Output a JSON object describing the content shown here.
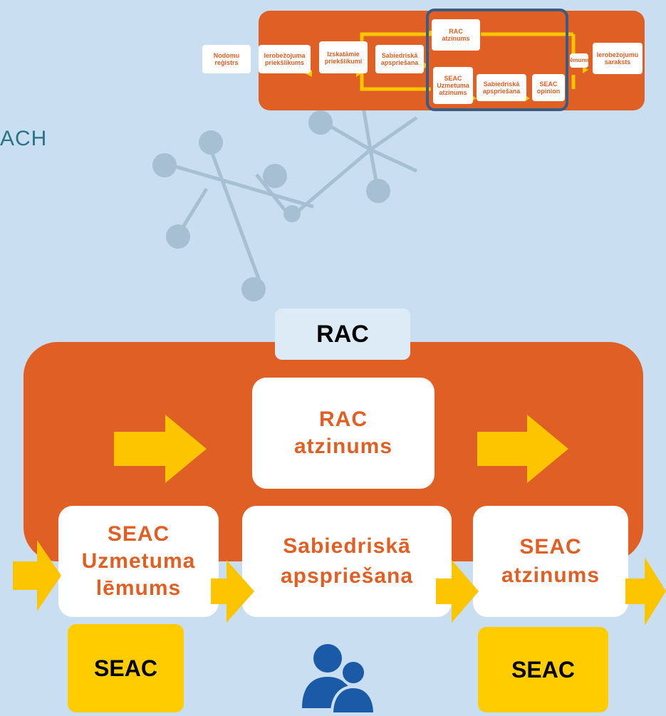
{
  "mini_flow": {
    "nodomu": "Nodomu\nreģistrs",
    "ierobezojuma": "Ierobežojuma\npriekšlikums",
    "izskatamie": "Izskatāmie\npriekšlikumi",
    "sabiedriska1": "Sabiedriskā\napspriešana",
    "rac": "RAC\natzinums",
    "seac_uzmetuma": "SEAC\nUzmetuma\natzinums",
    "sabiedriska2": "Sabiedriskā\napspriešana",
    "seac_opinion": "SEAC\nopinion",
    "lemums": "lēmums",
    "saraksts": "Ierobežojumu\nsaraksts"
  },
  "logo": {
    "text": "ACH"
  },
  "main": {
    "rac_label": "RAC",
    "rac_atzinums": [
      "RAC",
      "atzinums"
    ],
    "seac_uzmetuma": [
      "SEAC",
      "Uzmetuma",
      "lēmums"
    ],
    "sabiedriska": [
      "Sabiedriskā",
      "apspriešana"
    ],
    "seac_atzinums": [
      "SEAC",
      "atzinums"
    ],
    "seac_badge_left": "SEAC",
    "seac_badge_right": "SEAC"
  },
  "colors": {
    "background": "#c9def0",
    "panel_orange": "#e05f24",
    "arrow_yellow": "#fcc500",
    "badge_yellow": "#ffcc00",
    "people_icon": "#1a5aa6"
  },
  "icons": [
    "molecule-graphic",
    "arrow-right-icon",
    "people-icon"
  ]
}
